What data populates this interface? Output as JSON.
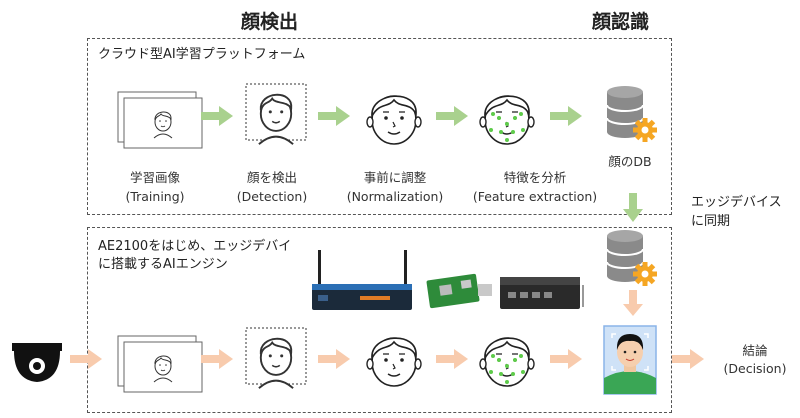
{
  "headings": {
    "face_detection": "顔検出",
    "face_recognition": "顔認識"
  },
  "cloud_box": {
    "title": "クラウド型AI学習プラットフォーム",
    "steps": [
      {
        "label": "学習画像",
        "sub": "(Training)"
      },
      {
        "label": "顔を検出",
        "sub": "(Detection)"
      },
      {
        "label": "事前に調整",
        "sub": "(Normalization)"
      },
      {
        "label": "特徴を分析",
        "sub": "(Feature extraction)"
      },
      {
        "label": "顔のDB",
        "sub": ""
      }
    ]
  },
  "edge_box": {
    "title_line1": "AE2100をはじめ、エッジデバイ",
    "title_line2": "に搭載するAIエンジン"
  },
  "sync_label": {
    "line1": "エッジデバイス",
    "line2": "に同期"
  },
  "result": {
    "label": "結論",
    "sub": "(Decision)"
  },
  "colors": {
    "cloud_arrow": "#a9d18e",
    "edge_arrow": "#f8cbad",
    "sync_arrow": "#a9d18e",
    "db_gray": "#7f7f7f",
    "gear": "#f5a623",
    "landmark": "#5ecb4a",
    "id_frame": "#8ab4e8"
  }
}
